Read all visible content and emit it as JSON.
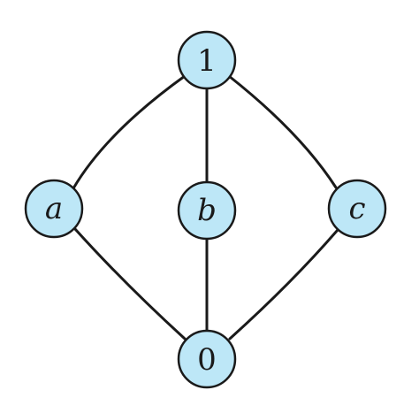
{
  "colors": {
    "node_fill": "#bde7f7",
    "stroke": "#1a1a1a",
    "label": "#1a1a1a"
  },
  "nodes": {
    "top": {
      "label": "1",
      "italic": false
    },
    "a": {
      "label": "a",
      "italic": true
    },
    "b": {
      "label": "b",
      "italic": true
    },
    "c": {
      "label": "c",
      "italic": true
    },
    "bottom": {
      "label": "0",
      "italic": false
    }
  },
  "edges": [
    {
      "from": "top",
      "to": "a"
    },
    {
      "from": "top",
      "to": "b"
    },
    {
      "from": "top",
      "to": "c"
    },
    {
      "from": "a",
      "to": "bottom"
    },
    {
      "from": "b",
      "to": "bottom"
    },
    {
      "from": "c",
      "to": "bottom"
    }
  ]
}
